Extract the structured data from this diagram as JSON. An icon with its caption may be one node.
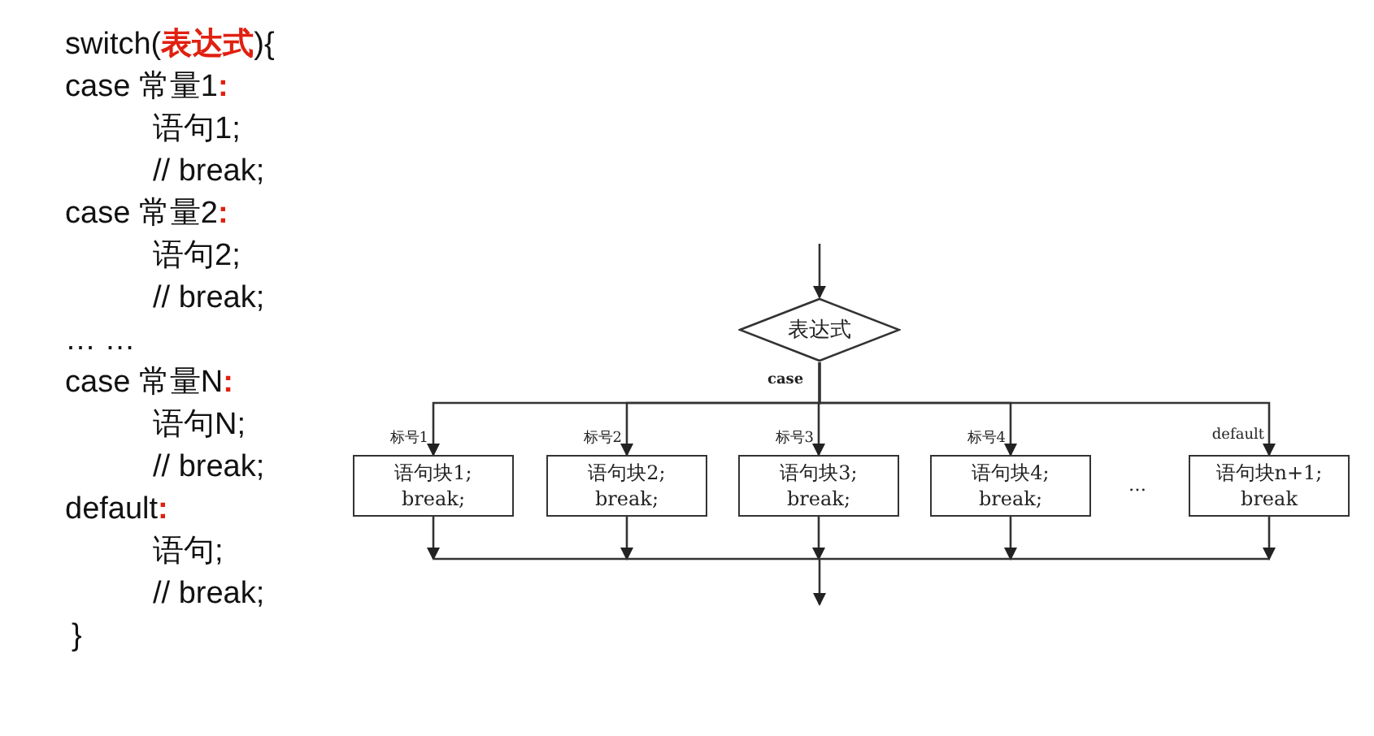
{
  "diagram": {
    "nodes": [
      {
        "text": [
          "表达式"
        ]
      },
      {
        "text": [
          "语句块1; break;"
        ],
        "beside": [
          "标号1"
        ]
      },
      {
        "text": [
          "语句块2; break;"
        ],
        "beside": [
          "标号2"
        ]
      },
      {
        "text": [
          "语句块3; break;"
        ],
        "beside": [
          "标号3"
        ]
      },
      {
        "text": [
          "语句块4; break;"
        ],
        "beside": [
          "标号4"
        ]
      },
      {
        "text": [
          "语句块n+1; break"
        ],
        "beside": [
          "default"
        ]
      }
    ],
    "edges": [
      {
        "from": null,
        "to": 0,
        "arrow": "to"
      },
      {
        "from": 0,
        "to": 1,
        "arrow": "to"
      },
      {
        "from": 0,
        "to": 2,
        "arrow": "to"
      },
      {
        "from": 0,
        "to": 3,
        "arrow": "to"
      },
      {
        "from": 0,
        "to": 4,
        "arrow": "to"
      },
      {
        "from": 0,
        "to": 5,
        "arrow": "to"
      },
      {
        "from": 1,
        "to": null,
        "arrow": "to"
      },
      {
        "from": 2,
        "to": null,
        "arrow": "to"
      },
      {
        "from": 3,
        "to": null,
        "arrow": "to"
      },
      {
        "from": 4,
        "to": null,
        "arrow": "to"
      },
      {
        "from": 5,
        "to": null,
        "arrow": "to"
      }
    ],
    "labels": [
      "switch(**表达式**){",
      "case 常量1**:**",
      "语句1;",
      "// break;",
      "case 常量2**:**",
      "语句2;",
      "// break;",
      "… …",
      "case 常量N**:**",
      "语句N;",
      "// break;",
      "default**:**",
      "语句;",
      "// break;",
      "}",
      "case",
      "…"
    ]
  }
}
